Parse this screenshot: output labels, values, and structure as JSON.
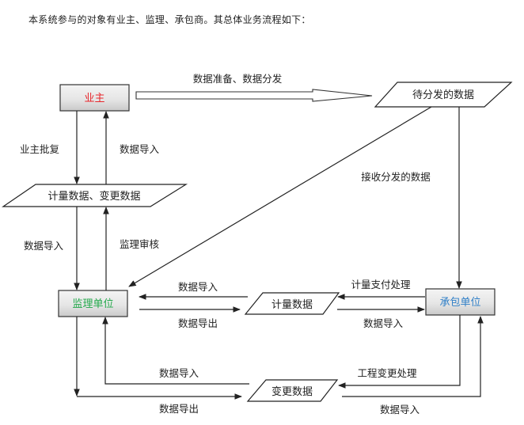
{
  "intro_text": "本系统参与的对象有业主、监理、承包商。其总体业务流程如下：",
  "colors": {
    "owner_text": "#e8262b",
    "supervisor_text": "#22a84a",
    "contractor_text": "#2f7fc7",
    "line": "#222222"
  },
  "nodes": {
    "owner": "业主",
    "pending_data": "待分发的数据",
    "measure_change_data": "计量数据、变更数据",
    "supervisor": "监理单位",
    "measure_data": "计量数据",
    "contractor": "承包单位",
    "change_data": "变更数据"
  },
  "edge_labels": {
    "prepare_distribute": "数据准备、数据分发",
    "owner_approve": "业主批复",
    "import_to_owner": "数据导入",
    "import_to_supervisor": "数据导入",
    "supervisor_review": "监理审核",
    "receive_distributed": "接收分发的数据",
    "measure_import_to_supervisor": "数据导入",
    "measure_export_from_supervisor": "数据导出",
    "measure_payment_process": "计量支付处理",
    "measure_import_to_contractor": "数据导入",
    "change_import_to_supervisor": "数据导入",
    "change_export_from_supervisor": "数据导出",
    "change_engineering_process": "工程变更处理",
    "change_import_to_contractor": "数据导入"
  }
}
